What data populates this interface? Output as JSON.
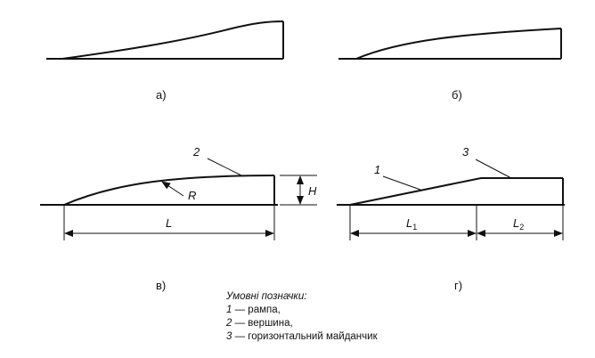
{
  "panels": {
    "a": {
      "caption": "а)"
    },
    "b": {
      "caption": "б)"
    },
    "v": {
      "caption": "в)",
      "callout": "2",
      "radius_label": "R",
      "height_label": "H",
      "length_label": "L"
    },
    "g": {
      "caption": "г)",
      "callout_ramp": "1",
      "callout_platform": "3",
      "l1_base": "L",
      "l1_sub": "1",
      "l2_base": "L",
      "l2_sub": "2"
    }
  },
  "legend": {
    "title": "Умовні позначки:",
    "items": [
      {
        "num": "1",
        "text": " — рампа,"
      },
      {
        "num": "2",
        "text": " — вершина,"
      },
      {
        "num": "3",
        "text": " — горизонтальний майданчик"
      }
    ]
  }
}
